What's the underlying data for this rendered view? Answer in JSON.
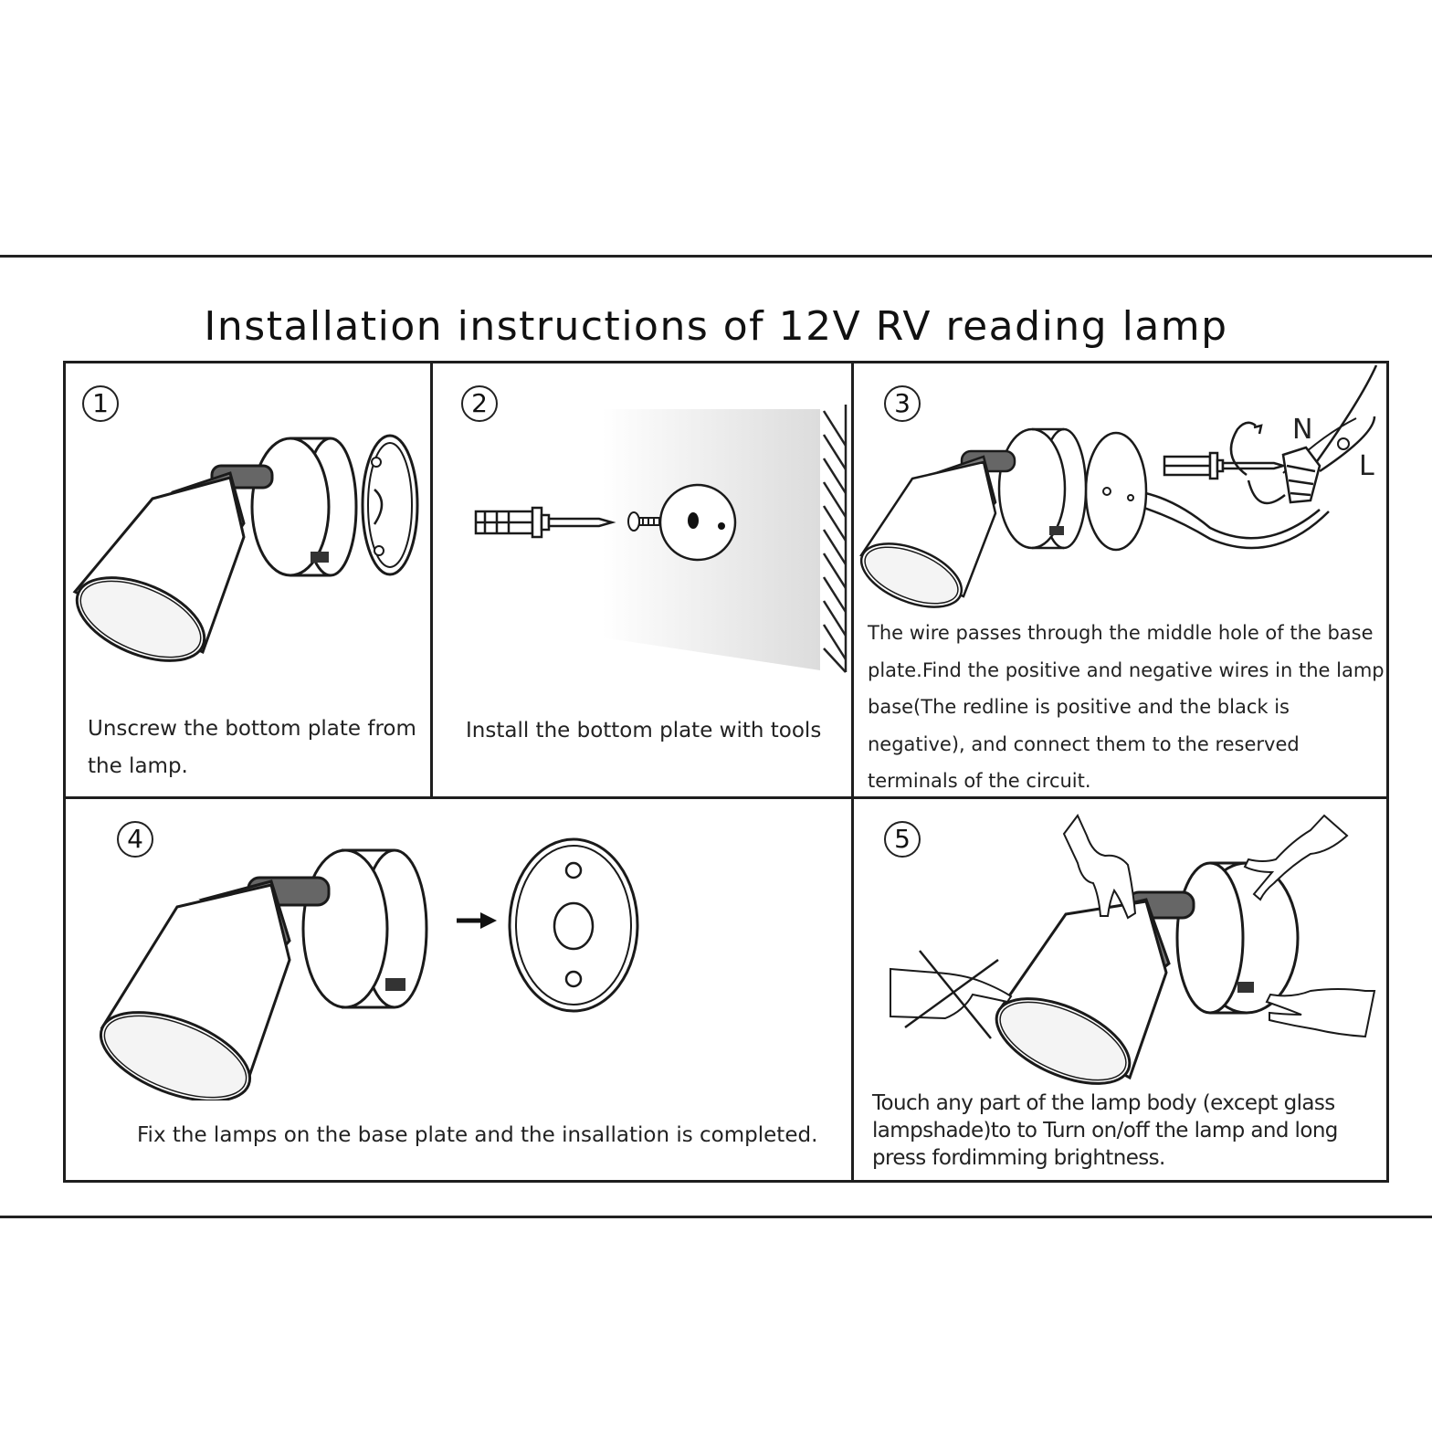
{
  "title": "Installation instructions of 12V RV reading lamp",
  "steps": [
    {
      "number": "1",
      "caption": "Unscrew the bottom plate from the lamp."
    },
    {
      "number": "2",
      "caption": "Install the bottom plate with tools"
    },
    {
      "number": "3",
      "caption": "The wire passes through the middle hole of the base plate.Find the positive and negative wires in the lamp base(The redline is positive and the black is negative), and connect them to the reserved terminals of the circuit.",
      "wire_labels": {
        "n": "N",
        "l": "L"
      }
    },
    {
      "number": "4",
      "caption": "Fix the lamps on the base plate and the insallation is completed."
    },
    {
      "number": "5",
      "caption": "Touch any part of the lamp body (except glass lampshade)to to Turn on/off the lamp and long press fordimming brightness."
    }
  ]
}
